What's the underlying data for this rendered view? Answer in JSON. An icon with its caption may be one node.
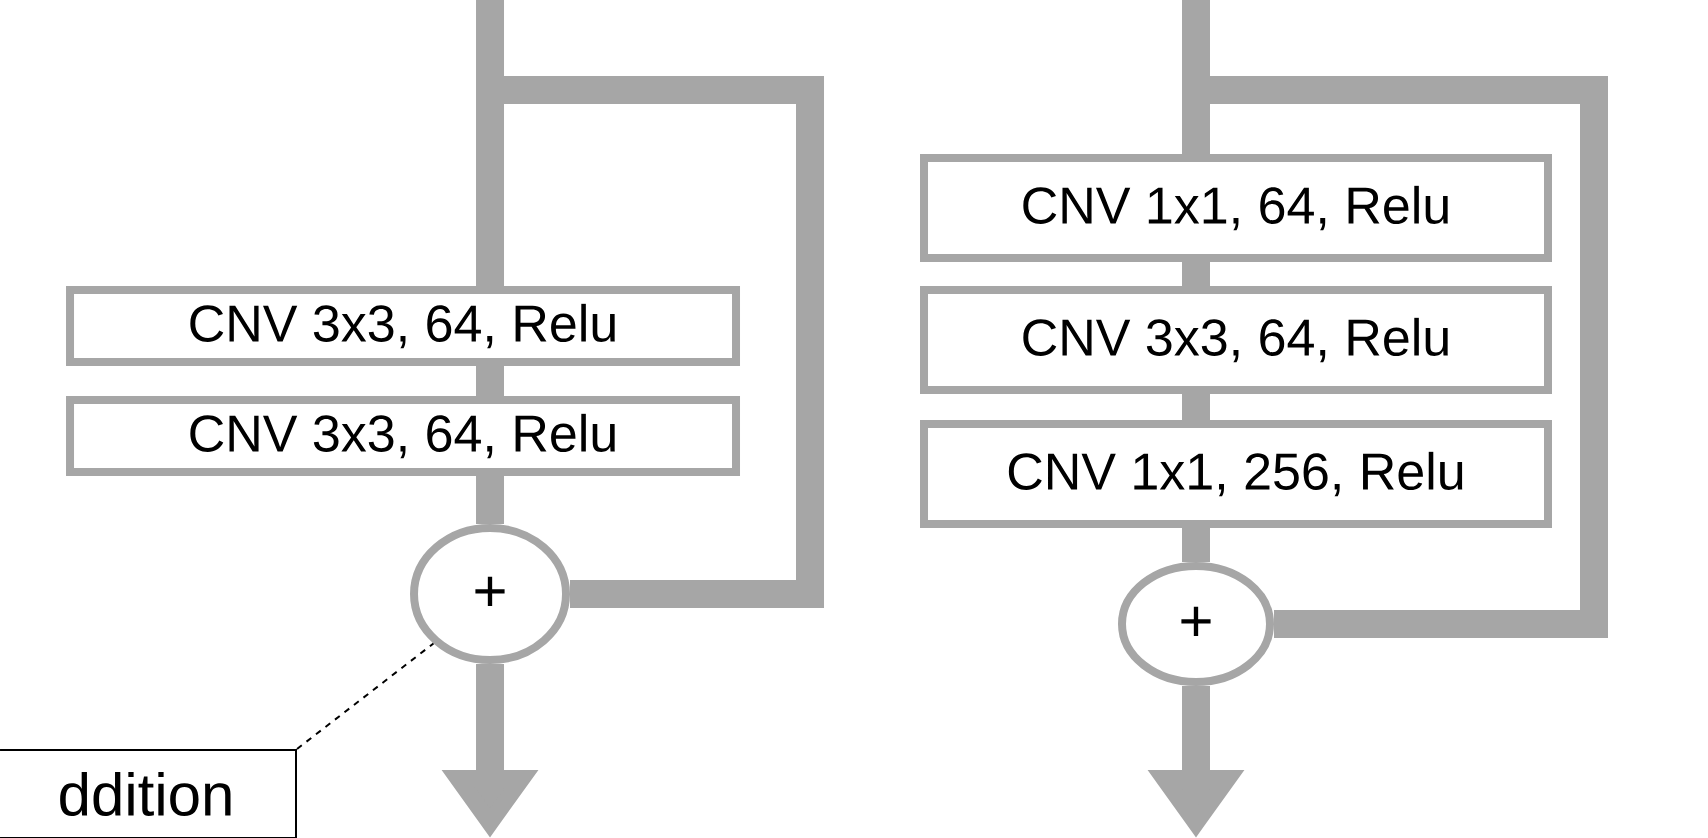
{
  "diagram": {
    "nodes": [
      {
        "text": [
          "CNV 3x3, 64, Relu"
        ]
      },
      {
        "text": [
          "CNV 3x3, 64, Relu"
        ]
      },
      {
        "text": [
          "+"
        ]
      },
      {
        "text": [
          "ddition"
        ]
      },
      {
        "text": [
          "CNV 1x1, 64, Relu"
        ]
      },
      {
        "text": [
          "CNV 3x3, 64, Relu"
        ]
      },
      {
        "text": [
          "CNV 1x1, 256, Relu"
        ]
      },
      {
        "text": [
          "+"
        ]
      }
    ],
    "edges": [
      {
        "from": null,
        "to": 0,
        "arrow": "none"
      },
      {
        "from": 0,
        "to": 1,
        "arrow": "none"
      },
      {
        "from": 1,
        "to": 2,
        "arrow": "none"
      },
      {
        "from": 2,
        "to": null,
        "arrow": "to"
      },
      {
        "from": null,
        "to": 2,
        "arrow": "none"
      },
      {
        "from": 3,
        "to": 2,
        "arrow": "none",
        "style": "dashed",
        "color": "#000000"
      },
      {
        "from": null,
        "to": 4,
        "arrow": "none"
      },
      {
        "from": 4,
        "to": 5,
        "arrow": "none"
      },
      {
        "from": 5,
        "to": 6,
        "arrow": "none"
      },
      {
        "from": 6,
        "to": 7,
        "arrow": "none"
      },
      {
        "from": 7,
        "to": null,
        "arrow": "to"
      },
      {
        "from": null,
        "to": 7,
        "arrow": "none"
      }
    ]
  }
}
